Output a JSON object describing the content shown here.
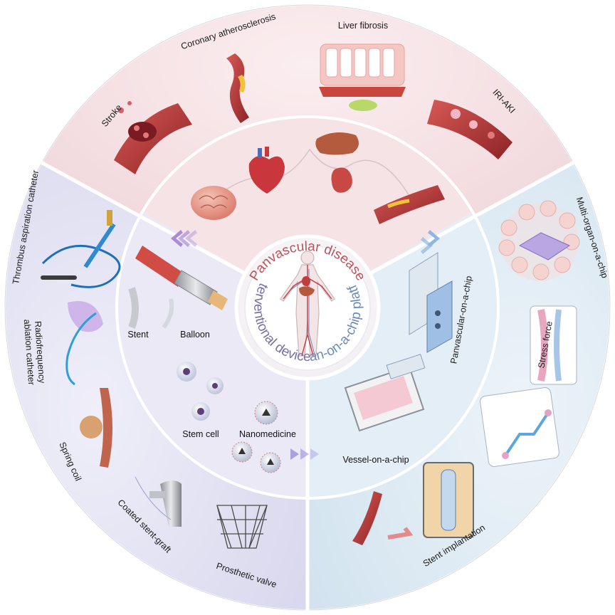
{
  "center": {
    "top_title": "Panvascular disease",
    "left_title": "Interventional devices",
    "right_title": "Organ-on-a-chip platform"
  },
  "disease": {
    "items": [
      "Stroke",
      "Coronary atherosclerosis",
      "Liver fibrosis",
      "IRI-AKI"
    ]
  },
  "devices": {
    "outer_items": [
      "Thrombus aspiration catheter",
      "Radiofrequency",
      "ablation catheter",
      "Spring coil",
      "Coated stent-graft",
      "Prosthetic valve"
    ],
    "inner_items": [
      "Stent",
      "Balloon",
      "Stem cell",
      "Nanomedicine"
    ]
  },
  "chips": {
    "outer_items": [
      "Multi-organ-on-a-chip",
      "Stress force",
      "Stent implantation"
    ],
    "inner_items": [
      "Panvascular-on-a-chip",
      "Vessel-on-a-chip"
    ]
  },
  "colors": {
    "disease_outer": "#f4dfe3",
    "disease_inner": "#f8e8ea",
    "devices_outer": "#e3e3f3",
    "devices_inner": "#ecebf7",
    "chips_outer": "#dce9f3",
    "chips_inner": "#e7f0f7",
    "vessel_red": "#b9373a",
    "arrow_purple": "#a98bd6",
    "arrow_blue": "#8fb6de",
    "text_pink": "#c0505a",
    "text_purple": "#7a70a8",
    "text_blue": "#6a8cb8"
  }
}
